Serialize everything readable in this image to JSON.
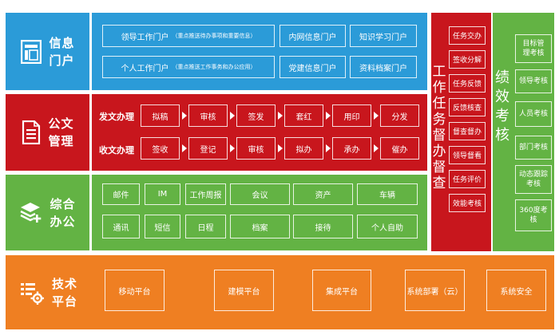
{
  "info": {
    "label": [
      "信息",
      "门户"
    ],
    "row1": [
      {
        "main": "领导工作门户",
        "note": "（重点推送待办事项和重要信息）"
      },
      {
        "main": "内网信息门户"
      },
      {
        "main": "知识学习门户"
      }
    ],
    "row2": [
      {
        "main": "个人工作门户",
        "note": "（重点推送工作事务和办公应用）"
      },
      {
        "main": "党建信息门户"
      },
      {
        "main": "资料档案门户"
      }
    ]
  },
  "doc": {
    "label": [
      "公文",
      "管理"
    ],
    "send_label": "发文办理",
    "send_steps": [
      "拟稿",
      "审核",
      "签发",
      "套红",
      "用印",
      "分发"
    ],
    "recv_label": "收文办理",
    "recv_steps": [
      "签收",
      "登记",
      "审核",
      "拟办",
      "承办",
      "催办"
    ]
  },
  "office": {
    "label": [
      "综合",
      "办公"
    ],
    "row1": [
      "邮件",
      "IM",
      "工作周报",
      "会议",
      "资产",
      "车辆"
    ],
    "row2": [
      "通讯",
      "短信",
      "日程",
      "档案",
      "接待",
      "个人自助"
    ]
  },
  "tech": {
    "label": [
      "技术",
      "平台"
    ],
    "items": [
      "移动平台",
      "建模平台",
      "集成平台",
      "系统部署（云）",
      "系统安全"
    ]
  },
  "task": {
    "title": [
      "工",
      "作",
      "任",
      "务",
      "督",
      "办",
      "督",
      "查"
    ],
    "items": [
      "任务交办",
      "签收分解",
      "任务反馈",
      "反馈核查",
      "督查督办",
      "领导督看",
      "任务评价",
      "效能考核"
    ]
  },
  "perf": {
    "title": [
      "绩",
      "效",
      "考",
      "核"
    ],
    "items": [
      [
        "目标管",
        "理考核"
      ],
      [
        "领导考核"
      ],
      [
        "人员考核"
      ],
      [
        "部门考核"
      ],
      [
        "动态跟踪",
        "考核"
      ],
      [
        "360度考",
        "核"
      ]
    ]
  },
  "colors": {
    "blue": "#2b9bd8",
    "red": "#c8161d",
    "green": "#63b344",
    "orange": "#ef7f22"
  }
}
